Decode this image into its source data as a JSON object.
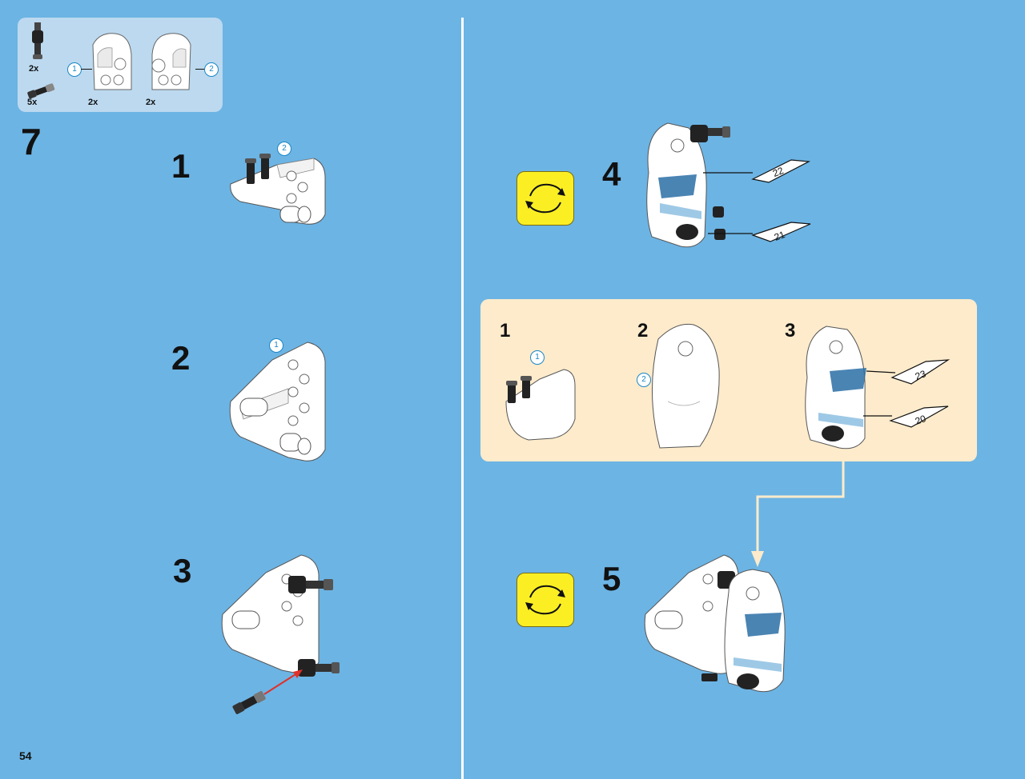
{
  "parts_list": {
    "items": [
      {
        "qty": "2x",
        "icon": "pin-connector-icon"
      },
      {
        "qty": "5x",
        "icon": "axle-pin-icon"
      },
      {
        "qty": "2x",
        "icon": "panel-left-icon",
        "callout": "1"
      },
      {
        "qty": "2x",
        "icon": "panel-right-icon",
        "callout": "2"
      }
    ]
  },
  "main_step": "7",
  "left_steps": [
    {
      "number": "1",
      "callout": "2"
    },
    {
      "number": "2",
      "callout": "1"
    },
    {
      "number": "3"
    }
  ],
  "right_steps": [
    {
      "number": "4",
      "stickers": [
        "22",
        "21"
      ]
    },
    {
      "number": "5"
    }
  ],
  "sub_assembly": {
    "steps": [
      {
        "number": "1",
        "callout": "1"
      },
      {
        "number": "2",
        "callout": "2"
      },
      {
        "number": "3",
        "stickers": [
          "23",
          "20"
        ]
      }
    ]
  },
  "page_number": "54",
  "colors": {
    "background": "#6cb4e4",
    "sub_assembly_bg": "#fdebcb",
    "rotate_button": "#fbef24",
    "callout": "#1a87c7",
    "arrow_red": "#e0302a"
  }
}
